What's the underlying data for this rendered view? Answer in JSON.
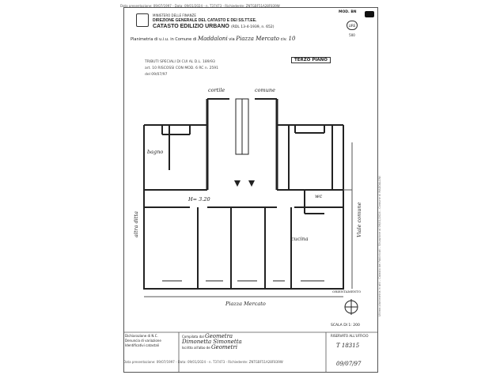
{
  "header": {
    "top_stamp": "Data presentazione: 09/07/1997 - Data: 09/01/2024 - n. T37473 - Richiedente: ZNTGBF51A28F839W",
    "ministry": "MINISTERO DELLE FINANZE",
    "direzione": "DIREZIONE GENERALE DEL CATASTO E DEI SS.TT.EE.",
    "catasto": "CATASTO EDILIZIO URBANO",
    "rdl": "(RDL 13-4-1939, n. 652)",
    "mod": "MOD. BN",
    "lire": "LIRE 500",
    "planimetria_label": "Planimetria di u.i.u. in Comune di",
    "comune": "Maddaloni",
    "via_label": "via",
    "via": "Piazza Mercato",
    "civ_label": "civ.",
    "civ": "10"
  },
  "plan": {
    "tributi": [
      "TRIBUTI SPECIALI DI CUI AL D.L. 189/93",
      "art. 10 RISCOSSI CON MOD. 6 RC n. 2591",
      "del 09/07/97"
    ],
    "piano": "TERZO PIANO",
    "cortile": "cortile",
    "comune_lbl": "comune",
    "bagno": "bagno",
    "wc": "wc",
    "altezza": "H= 3.20",
    "cucina": "cucina",
    "altra_ditta": "altra ditta",
    "viale_comune": "Viale comune",
    "piazza": "Piazza Mercato",
    "orientamento": "ORIENTAMENTO",
    "scala": "SCALA DI 1: 200"
  },
  "sidebar_stamp": "Ultima planimetria in atti - Catasto dei Fabbricati - Situazione al 09/01/2024 - Comune di MADDALONI",
  "footer": {
    "dich_label": "Dichiarazione di N.C.",
    "den_label": "Denuncia di variazione",
    "ident_label": "Identificativi catastali",
    "compilata_label": "Compilata dal",
    "compilata_val": "Geometra",
    "iscritto_label": "Iscritto all'albo de",
    "nome_val": "Dimonetta Simonetta",
    "iscr_val": "Geometri",
    "riservato": "RISERVATO ALL'UFFICIO",
    "protocollo": "T 18315",
    "data_val": "09/07/97",
    "bottom_stamp": "Data presentazione: 09/07/1997 - Data: 09/01/2024 - n. T37473 - Richiedente: ZNTGBF51A28F839W"
  }
}
